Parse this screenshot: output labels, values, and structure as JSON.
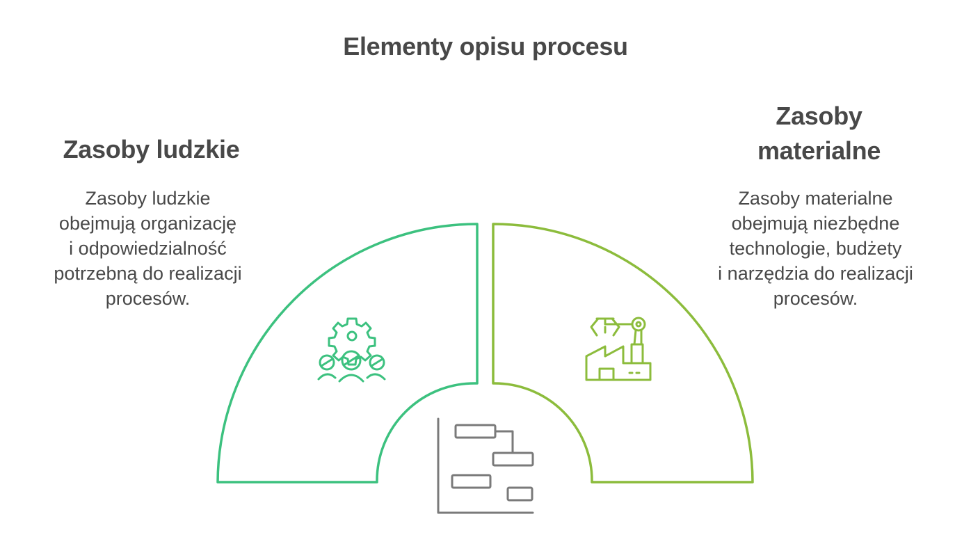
{
  "title": "Elementy opisu procesu",
  "left": {
    "heading": "Zasoby ludzkie",
    "description_lines": [
      "Zasoby ludzkie",
      "obejmują organizację",
      "i odpowiedzialność",
      "potrzebną do realizacji",
      "procesów."
    ],
    "icon": "people-gear-icon",
    "color": "#3cc17f"
  },
  "right": {
    "heading_lines": [
      "Zasoby",
      "materialne"
    ],
    "description_lines": [
      "Zasoby materialne",
      "obejmują niezbędne",
      "technologie, budżety",
      "i narzędzia do realizacji",
      "procesów."
    ],
    "icon": "factory-robot-arm-icon",
    "color": "#8cbc3c"
  },
  "center": {
    "icon": "gantt-chart-icon",
    "color": "#7a7a7a"
  }
}
